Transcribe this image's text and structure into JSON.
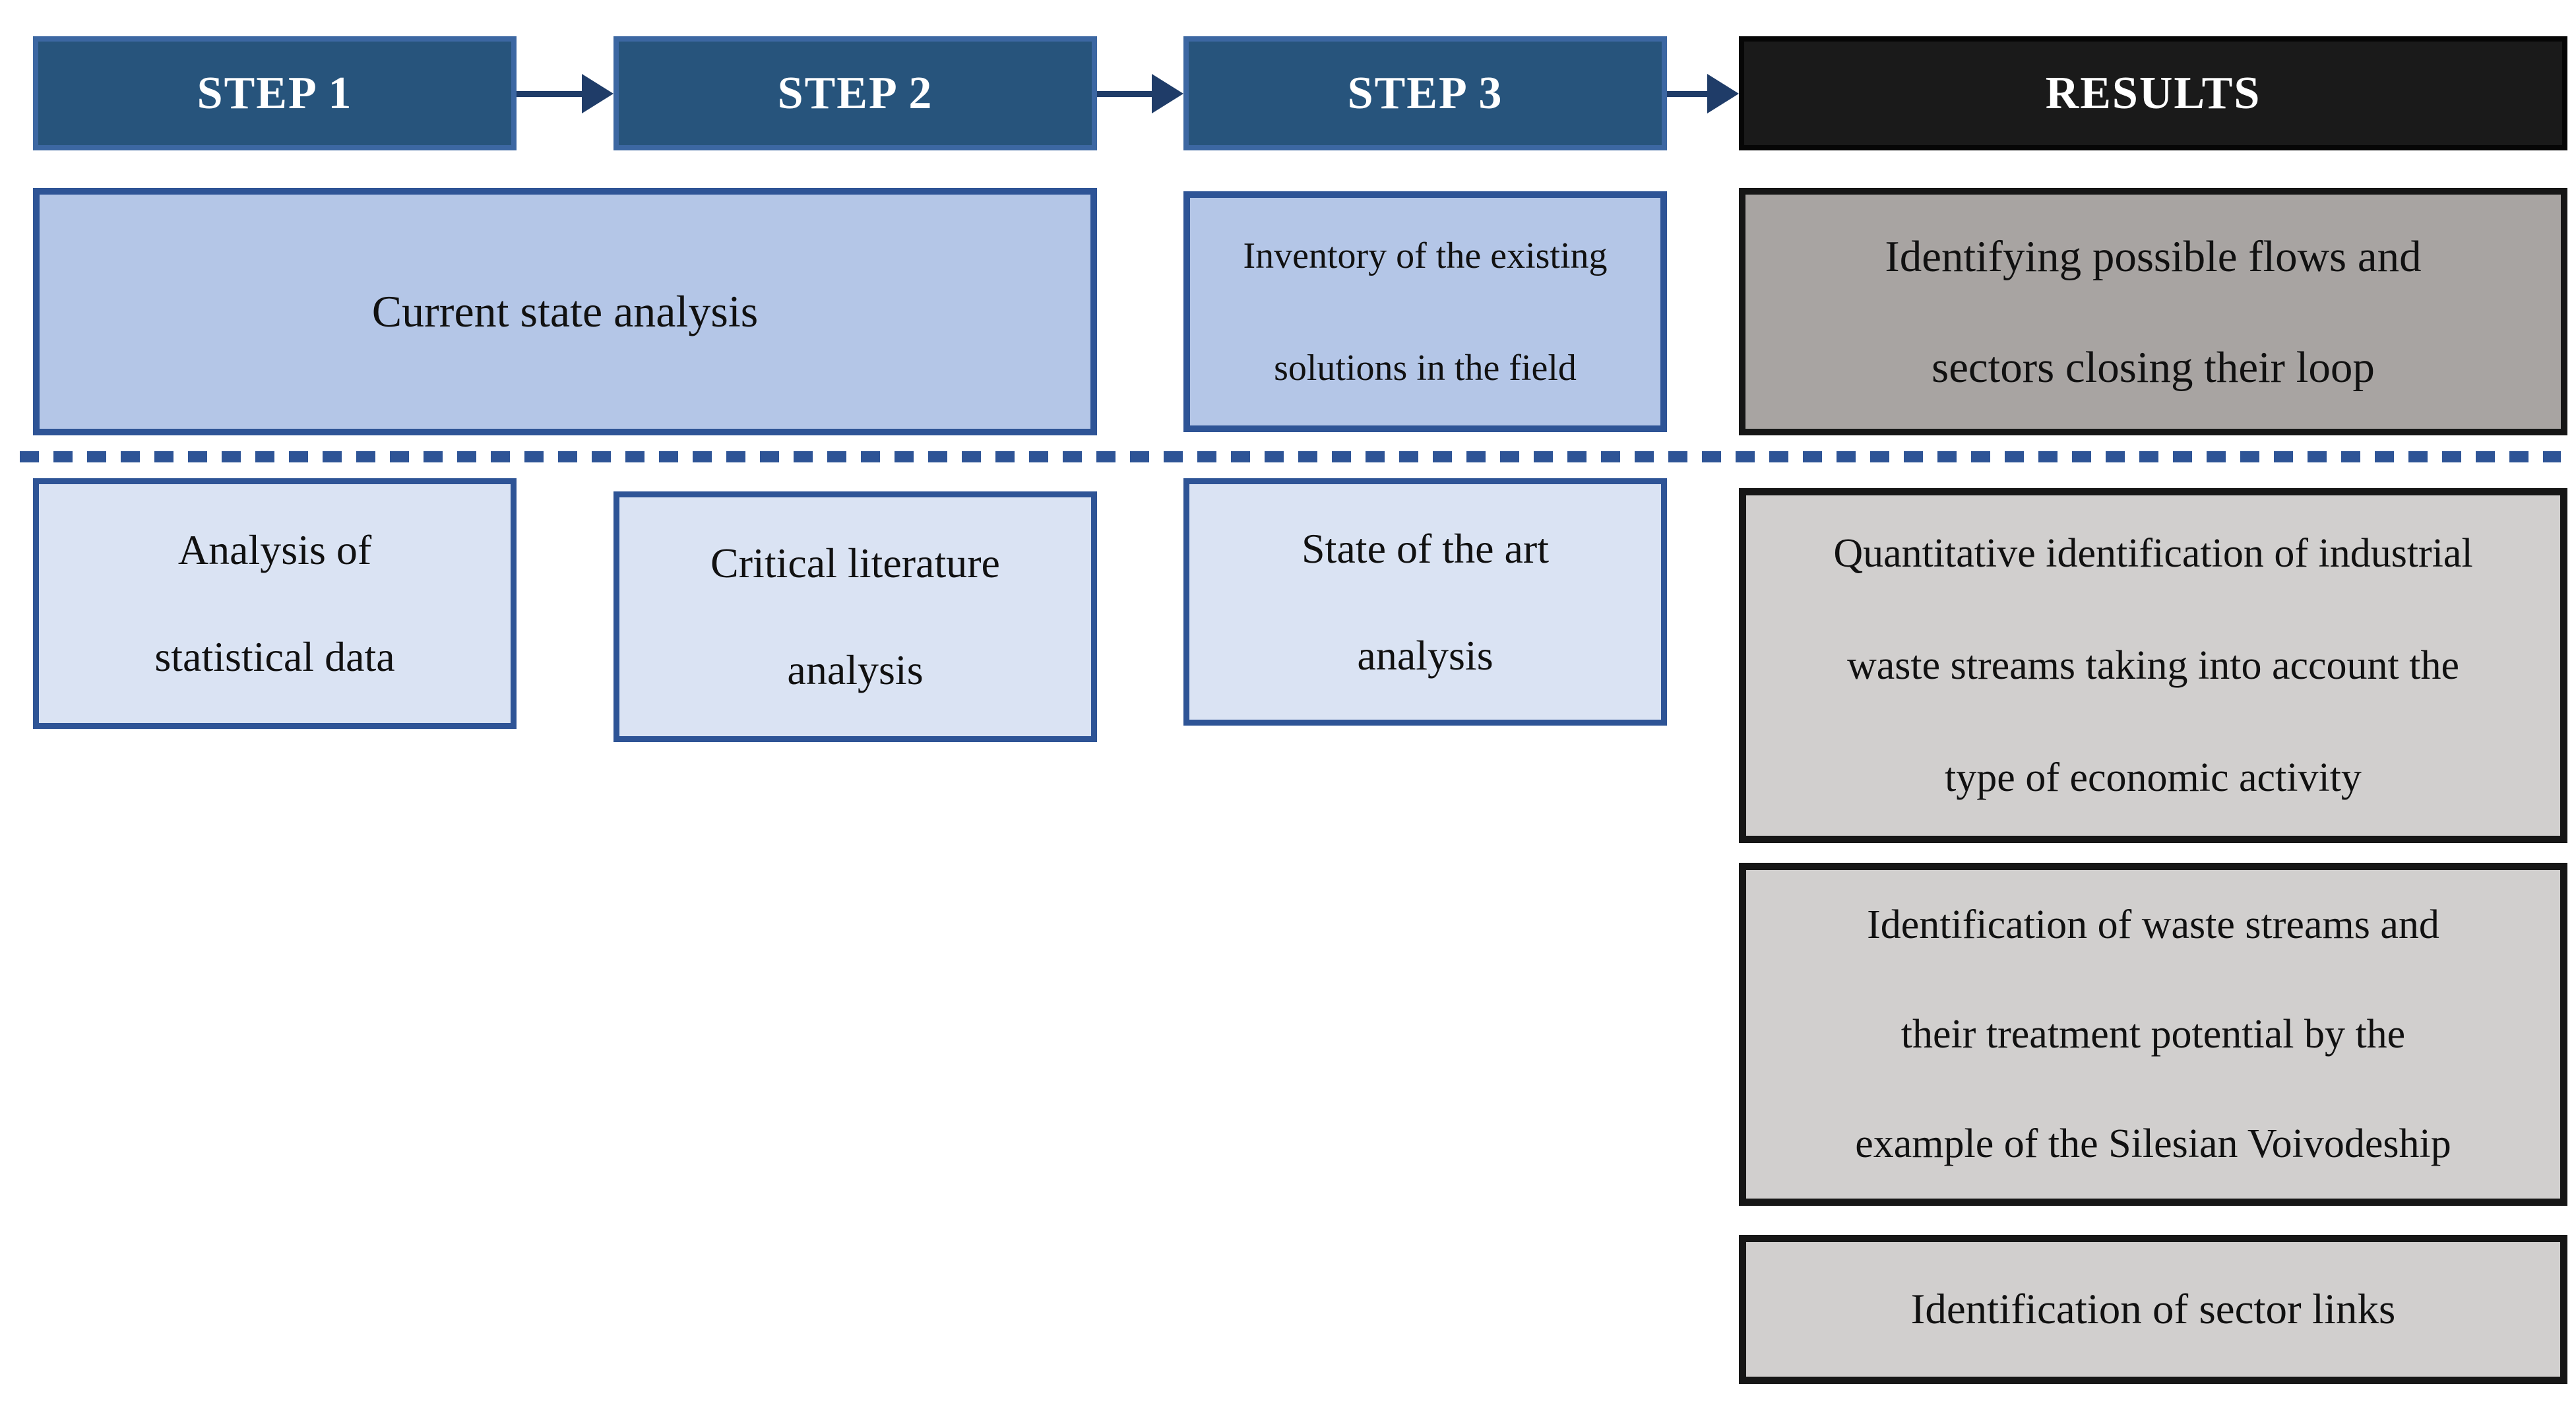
{
  "figure": {
    "kind": "research-methodology-flowchart"
  },
  "colors": {
    "step_fill": "#27547c",
    "step_border": "#3c67a2",
    "results_fill": "#1a1a1a",
    "blue_fill": "#b4c6e7",
    "light_blue_fill": "#dae3f3",
    "blue_border": "#2e5496",
    "gray_dark_fill": "#a8a4a2",
    "gray_fill": "#d1cfce",
    "black_border": "#161616",
    "arrow": "#1f3c68",
    "divider_dash": "#2e5496",
    "text": "#111111",
    "header_text": "#ffffff"
  },
  "icons": {
    "arrow": "arrow-right"
  },
  "header": {
    "step1": "STEP 1",
    "step2": "STEP 2",
    "step3": "STEP 3",
    "results": "RESULTS"
  },
  "boxes": {
    "current_state": {
      "text": "Current state analysis"
    },
    "inventory": {
      "lines": [
        "Inventory of the existing",
        "solutions in the field"
      ]
    },
    "identifying": {
      "lines": [
        "Identifying possible flows and",
        "sectors closing their loop"
      ]
    },
    "statistical": {
      "lines": [
        "Analysis of",
        "statistical data"
      ]
    },
    "critical": {
      "lines": [
        "Critical literature",
        "analysis"
      ]
    },
    "state_of_art": {
      "lines": [
        "State of the art",
        "analysis"
      ]
    },
    "quantitative": {
      "lines": [
        "Quantitative identification of industrial",
        "waste streams taking into account the",
        "type of economic activity"
      ]
    },
    "waste_streams": {
      "lines": [
        "Identification of waste streams and",
        "their treatment potential by the",
        "example of the Silesian Voivodeship"
      ]
    },
    "sector_links": {
      "text": "Identification of sector links"
    }
  }
}
